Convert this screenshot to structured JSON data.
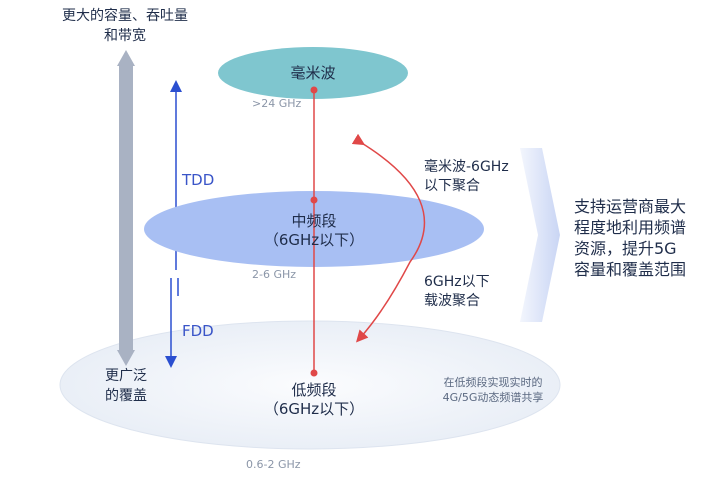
{
  "colors": {
    "accent_red": "#e04848",
    "axis_blue": "#2b4fd0",
    "mmwave_teal": "#7fc6cf",
    "mid_band_blue": "#a8bff3",
    "low_band_fill": "#eef2f8",
    "gray_arrow": "#a9b2c3"
  },
  "left_axis": {
    "top_label_line1": "更大的容量、吞吐量",
    "top_label_line2": "和带宽",
    "bottom_label_line1": "更广泛",
    "bottom_label_line2": "的覆盖"
  },
  "duplex": {
    "tdd": "TDD",
    "fdd": "FDD"
  },
  "bands": {
    "mmwave": {
      "name": "毫米波",
      "range": ">24 GHz"
    },
    "mid": {
      "name_line1": "中频段",
      "name_line2": "（6GHz以下）",
      "range": "2-6 GHz"
    },
    "low": {
      "name_line1": "低频段",
      "name_line2": "（6GHz以下）",
      "range": "0.6-2 GHz",
      "note_line1": "在低频段实现实时的",
      "note_line2": "4G/5G动态频谱共享"
    }
  },
  "aggregation": {
    "upper_line1": "毫米波-6GHz",
    "upper_line2": "以下聚合",
    "lower_line1": "6GHz以下",
    "lower_line2": "载波聚合"
  },
  "summary": {
    "line1": "支持运营商最大",
    "line2": "程度地利用频谱",
    "line3": "资源，提升5G",
    "line4": "容量和覆盖范围"
  }
}
